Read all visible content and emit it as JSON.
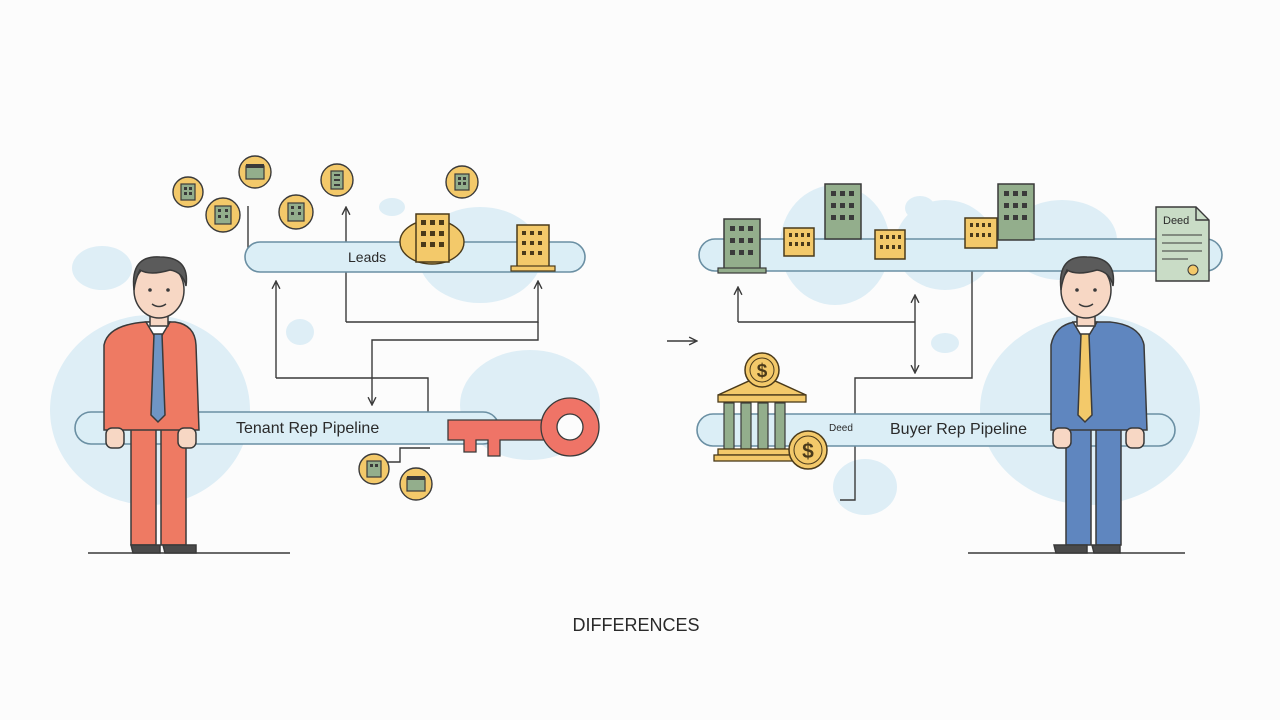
{
  "labels": {
    "leads": "Leads",
    "tenant_pipeline": "Tenant Rep Pipeline",
    "buyer_pipeline": "Buyer Rep Pipeline",
    "deed_doc": "Deed",
    "deed_small": "Deed",
    "footer": "DIFFERENCES"
  },
  "icons": {
    "arrow": "arrow-right-icon",
    "key": "key-icon",
    "bank": "bank-icon",
    "coin": "dollar-coin-icon",
    "deed": "deed-document-icon",
    "building": "building-icon",
    "person_left": "businessman-red-suit",
    "person_right": "businessman-blue-suit"
  },
  "colors": {
    "pipe_fill": "#dbeef6",
    "pipe_stroke": "#6a8fa3",
    "blob": "#deeef6",
    "gold": "#f3c96a",
    "gold_stroke": "#4a3a1a",
    "green": "#93ae8c",
    "red_suit": "#ee7a63",
    "blue_suit": "#5f86bf",
    "key": "#ef7467",
    "line": "#3a3a3a"
  }
}
